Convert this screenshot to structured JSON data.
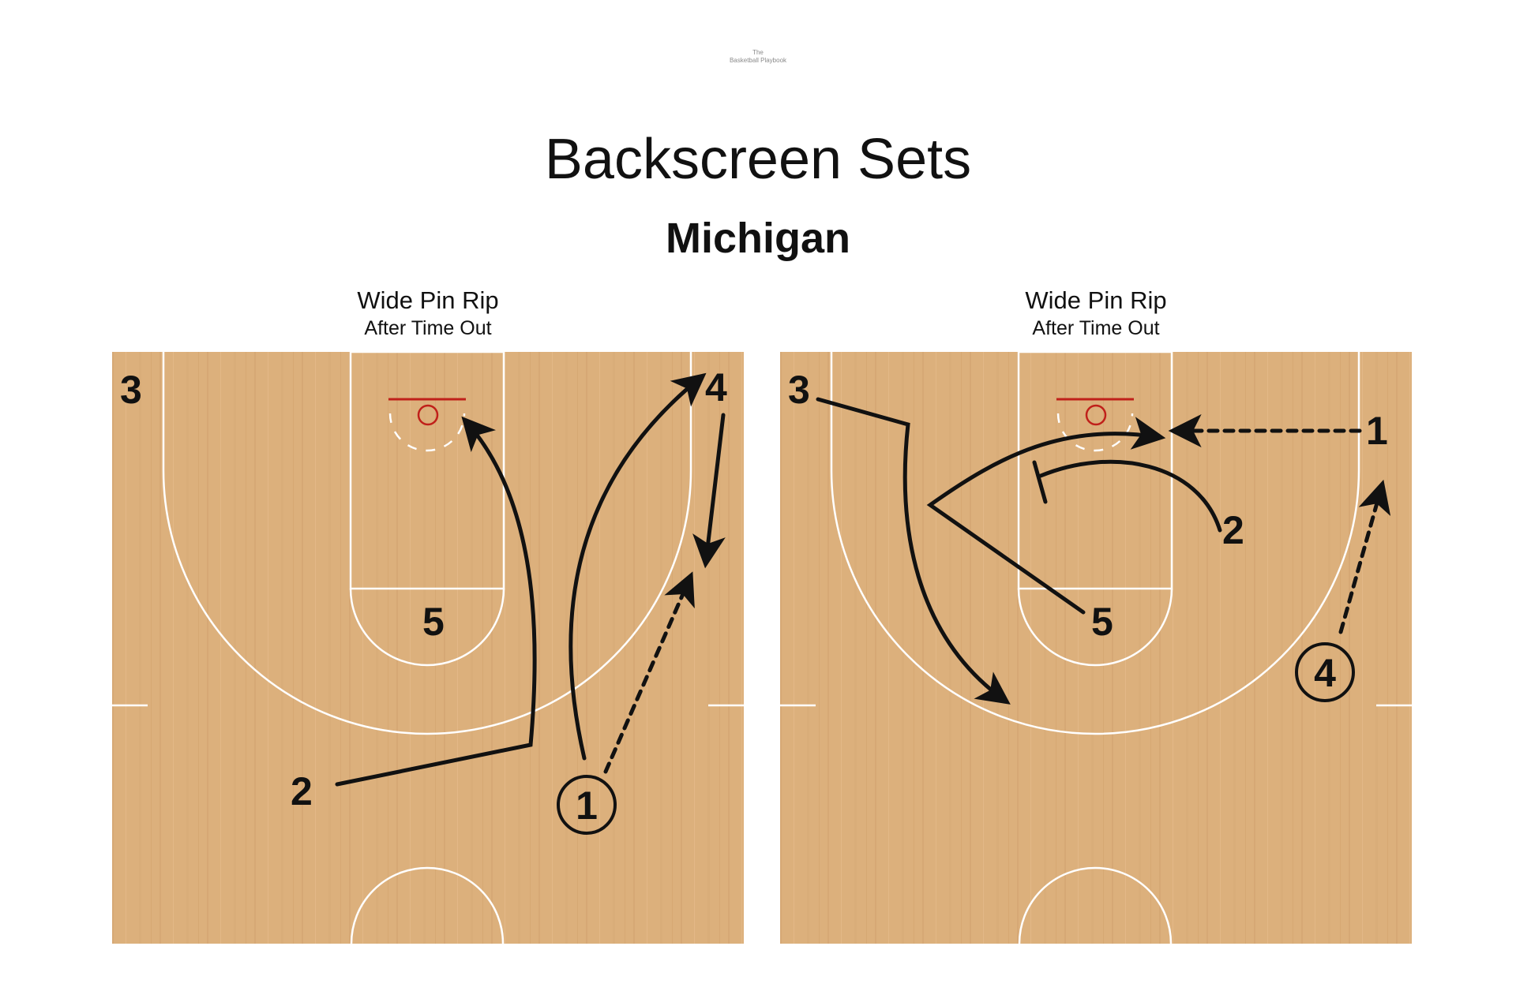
{
  "brand": {
    "line1": "The",
    "line2": "Basketball Playbook"
  },
  "title": "Backscreen Sets",
  "subtitle": "Michigan",
  "colors": {
    "court_wood": "#dcb07c",
    "court_lines": "#ffffff",
    "rim": "#c0201a",
    "ink": "#111111"
  },
  "diagrams": [
    {
      "title": "Wide Pin Rip",
      "subtitle": "After Time Out",
      "players": {
        "p1": "1",
        "p2": "2",
        "p3": "3",
        "p4": "4",
        "p5": "5"
      }
    },
    {
      "title": "Wide Pin Rip",
      "subtitle": "After Time Out",
      "players": {
        "p1": "1",
        "p2": "2",
        "p3": "3",
        "p4": "4",
        "p5": "5"
      }
    }
  ]
}
